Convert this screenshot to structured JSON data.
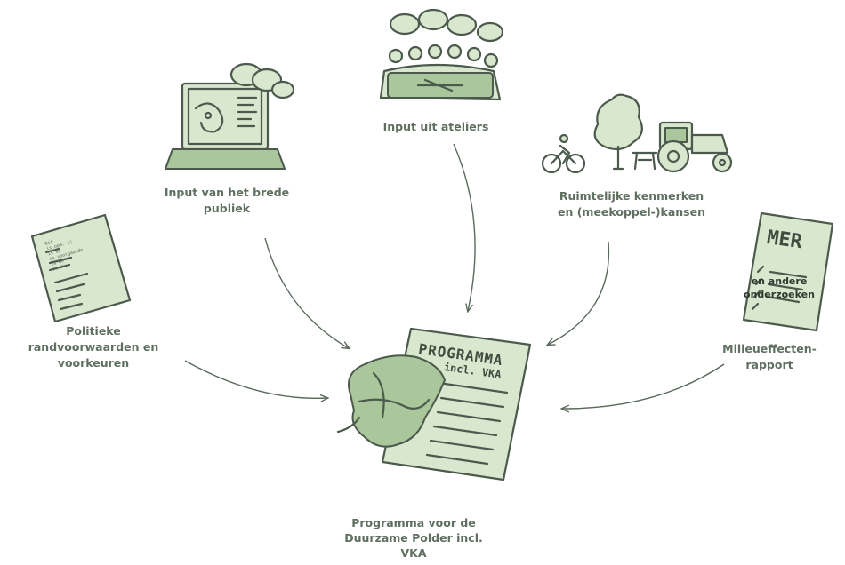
{
  "nodes": {
    "atelier": {
      "label": "Input uit ateliers"
    },
    "publiek": {
      "label": "Input van het brede\npubliek"
    },
    "ruimtelijk": {
      "label": "Ruimtelijke kenmerken\nen (meekoppel-)kansen"
    },
    "politiek": {
      "label": "Politieke\nrandvoorwaarden en\nvoorkeuren"
    },
    "mer": {
      "label": "Milieueffecten-\nrapport",
      "overlay": "en andere\nonderzoeken",
      "doc_title": "MER"
    },
    "programma": {
      "label": "Programma voor de\nDuurzame Polder incl.\nVKA",
      "doc_title": "PROGRAMMA",
      "doc_subtitle": "incl. VKA"
    }
  },
  "politiek_doc_lines": [
    "Dit",
    "is opm. 1)",
    "is de",
    "in voorgaande",
    "is de",
    "is de"
  ],
  "colors": {
    "ink": "#4b5a4c",
    "fill_light": "#d9e7cf",
    "fill_dark": "#a9c79a",
    "label": "#5f6f60"
  }
}
